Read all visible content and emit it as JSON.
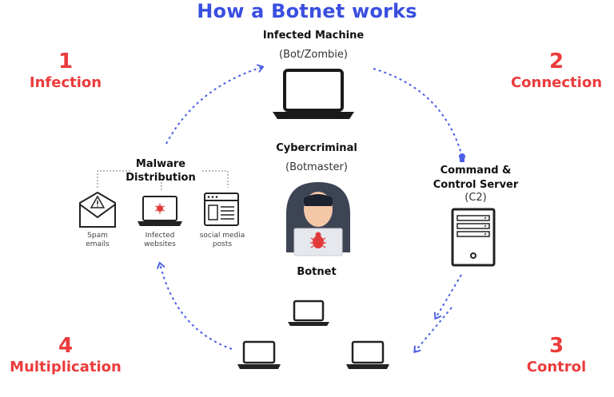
{
  "corner_text": "",
  "title": "How a Botnet works",
  "infected_machine": {
    "title": "Infected Machine",
    "subtitle": "(Bot/Zombie)"
  },
  "cybercriminal": {
    "title": "Cybercriminal",
    "subtitle": "(Botmaster)"
  },
  "botnet_label": "Botnet",
  "c2": {
    "title_line1": "Command &",
    "title_line2": "Control Server",
    "subtitle": "(C2)"
  },
  "malware": {
    "title_line1": "Malware",
    "title_line2": "Distribution",
    "items": [
      {
        "line1": "Spam",
        "line2": "emails"
      },
      {
        "line1": "Infected",
        "line2": "websites"
      },
      {
        "line1": "social media",
        "line2": "posts"
      }
    ]
  },
  "steps": [
    {
      "num": "1",
      "label": "Infection"
    },
    {
      "num": "2",
      "label": "Connection"
    },
    {
      "num": "3",
      "label": "Control"
    },
    {
      "num": "4",
      "label": "Multiplication"
    }
  ],
  "colors": {
    "title": "#3a4fe0",
    "step": "#ec3b3b",
    "arrow": "#4b5fe6",
    "bug": "#e23a3a",
    "hood": "#3d4454"
  }
}
